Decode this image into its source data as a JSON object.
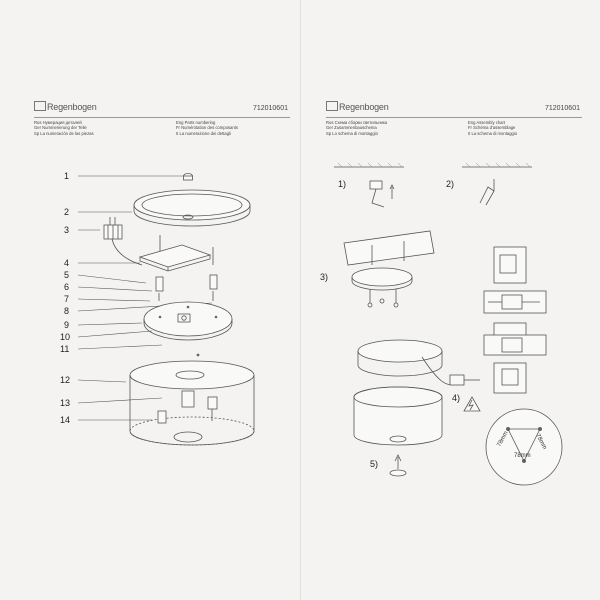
{
  "left_page": {
    "logo": "Regenbogen",
    "code": "712010601",
    "header_col1": [
      "Rus Нумерация деталей",
      "Ger Nummerierung der Teile",
      "Sp La numeración de las piezas"
    ],
    "header_col2": [
      "Eng Parts numbering",
      "Fr Numérotation des composants",
      "It La numerazione dei dettagli"
    ],
    "part_numbers": [
      "1",
      "2",
      "3",
      "4",
      "5",
      "6",
      "7",
      "8",
      "9",
      "10",
      "11",
      "12",
      "13",
      "14"
    ]
  },
  "right_page": {
    "logo": "Regenbogen",
    "code": "712010601",
    "header_col1": [
      "Rus Схема сборки светильника",
      "Ger Zusammenbauschema",
      "Sp Lo schema di montaggio"
    ],
    "header_col2": [
      "Eng Assembly chart",
      "Fr Schéma d'assemblage",
      "It La schema di montaggio"
    ],
    "steps": [
      "1)",
      "2)",
      "3)",
      "4)",
      "5)"
    ],
    "dimensions": [
      "78mm",
      "78mm",
      "78mm"
    ]
  },
  "colors": {
    "background": "#f4f3f1",
    "line": "#555555"
  }
}
